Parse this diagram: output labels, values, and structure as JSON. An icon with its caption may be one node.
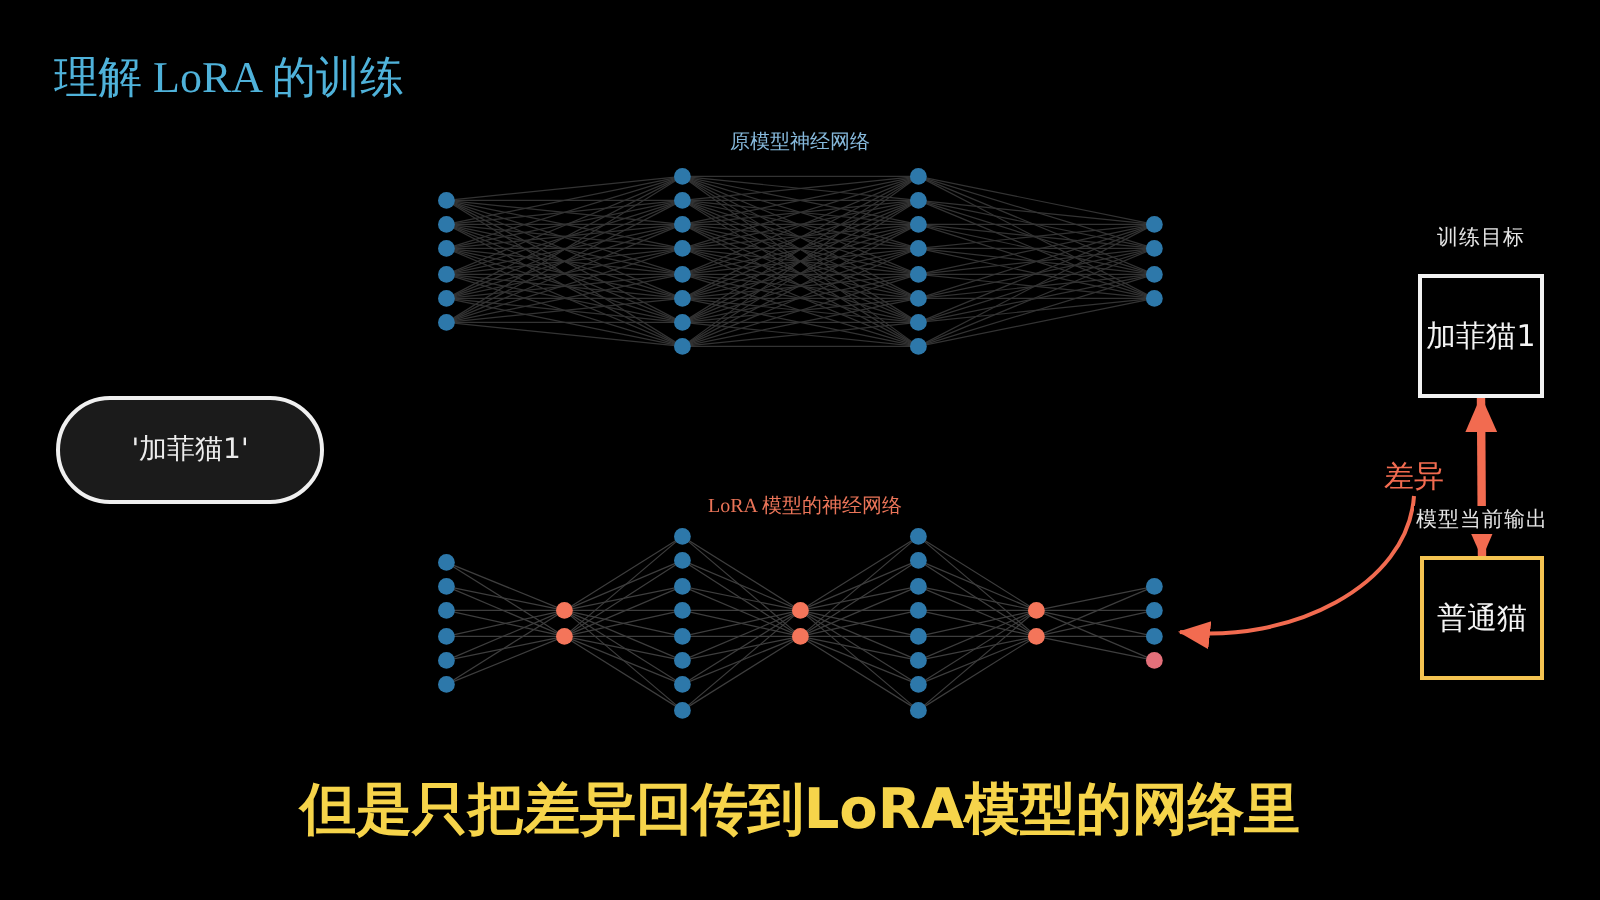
{
  "diagram": {
    "title": "理解 LoRA 的训练",
    "caption": "但是只把差异回传到LoRA模型的网络里",
    "nodes": [
      {
        "text": [
          "原模型神经网络"
        ]
      },
      {
        "text": [
          "训练目标",
          "加菲猫1"
        ]
      },
      {
        "text": [
          "'加菲猫1'"
        ]
      },
      {
        "text": [
          "差异"
        ]
      },
      {
        "text": [
          "LoRA 模型的神经网络"
        ]
      },
      {
        "text": [
          "模型当前输出",
          "普通猫"
        ]
      }
    ],
    "edges": [
      {
        "from": 1,
        "to": 5,
        "arrow": "both",
        "style": "thick"
      },
      {
        "from": 3,
        "to": 4,
        "arrow": "to"
      }
    ]
  }
}
